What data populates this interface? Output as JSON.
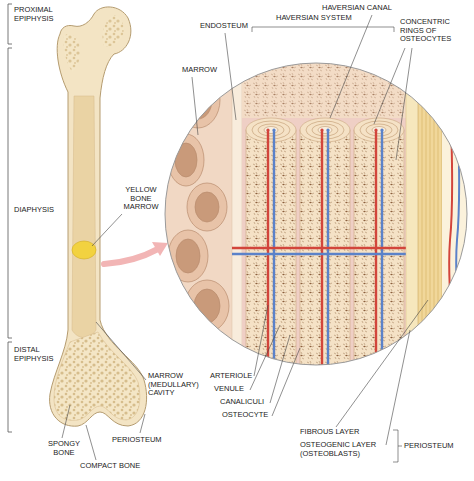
{
  "diagram": {
    "labels": [
      "PROXIMAL EPIPHYSIS",
      "DIAPHYSIS",
      "YELLOW BONE MARROW",
      "DISTAL EPIPHYSIS",
      "MARROW (MEDULLARY) CAVITY",
      "SPONGY BONE",
      "PERIOSTEUM",
      "COMPACT BONE",
      "ENDOSTEUM",
      "HAVERSIAN SYSTEM",
      "HAVERSIAN CANAL",
      "CONCENTRIC RINGS OF OSTEOCYTES",
      "MARROW",
      "ARTERIOLE",
      "VENULE",
      "CANALICULI",
      "OSTEOCYTE",
      "FIBROUS LAYER",
      "OSTEOGENIC LAYER (OSTEOBLASTS)",
      "PERIOSTEUM"
    ]
  }
}
